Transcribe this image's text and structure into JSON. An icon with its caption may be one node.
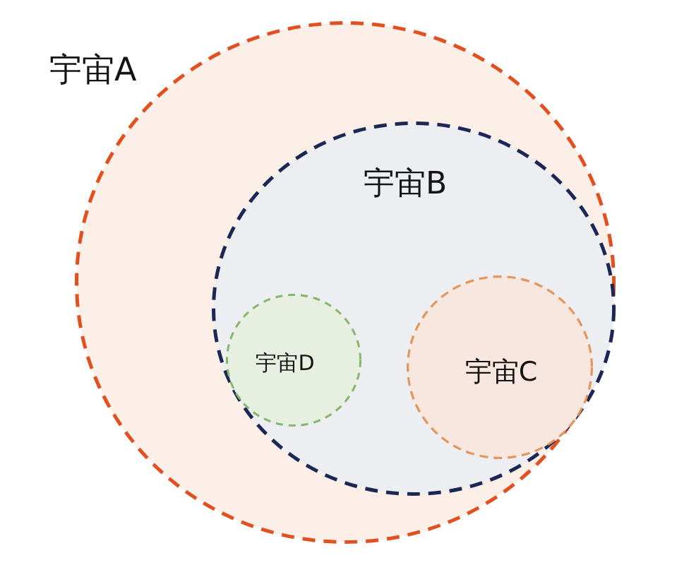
{
  "diagram": {
    "nodes": [
      {
        "text": [
          "宇宙A"
        ]
      },
      {
        "text": [
          "宇宙B"
        ],
        "in": 0
      },
      {
        "text": [
          "宇宙D"
        ],
        "in": 1
      },
      {
        "text": [
          "宇宙C"
        ],
        "in": 1
      }
    ]
  }
}
